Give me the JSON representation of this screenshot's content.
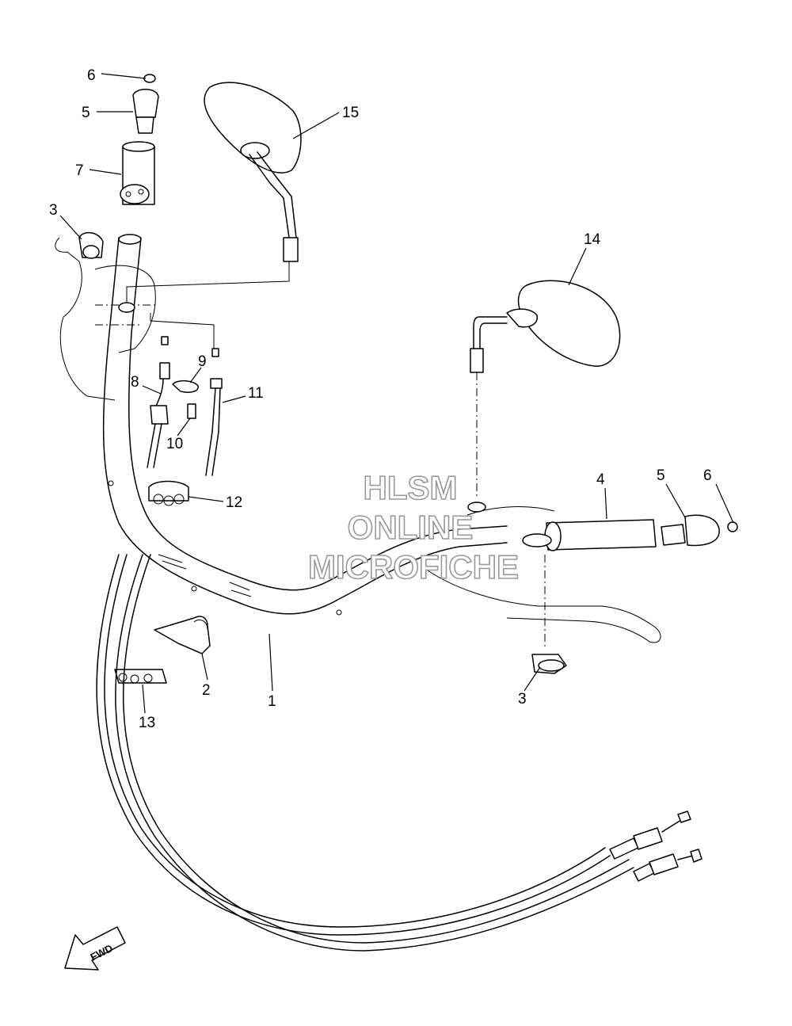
{
  "watermark": {
    "line1": "HLSM",
    "line2": "ONLINE",
    "line3": "MICROFICHE",
    "color": "#9a9a9a"
  },
  "direction_arrow": {
    "label": "FWD"
  },
  "callouts": [
    {
      "id": "c1",
      "label": "1"
    },
    {
      "id": "c2",
      "label": "2"
    },
    {
      "id": "c3a",
      "label": "3"
    },
    {
      "id": "c3b",
      "label": "3"
    },
    {
      "id": "c4",
      "label": "4"
    },
    {
      "id": "c5a",
      "label": "5"
    },
    {
      "id": "c5b",
      "label": "5"
    },
    {
      "id": "c6a",
      "label": "6"
    },
    {
      "id": "c6b",
      "label": "6"
    },
    {
      "id": "c7",
      "label": "7"
    },
    {
      "id": "c8",
      "label": "8"
    },
    {
      "id": "c9",
      "label": "9"
    },
    {
      "id": "c10",
      "label": "10"
    },
    {
      "id": "c11",
      "label": "11"
    },
    {
      "id": "c12",
      "label": "12"
    },
    {
      "id": "c13",
      "label": "13"
    },
    {
      "id": "c14",
      "label": "14"
    },
    {
      "id": "c15",
      "label": "15"
    }
  ]
}
